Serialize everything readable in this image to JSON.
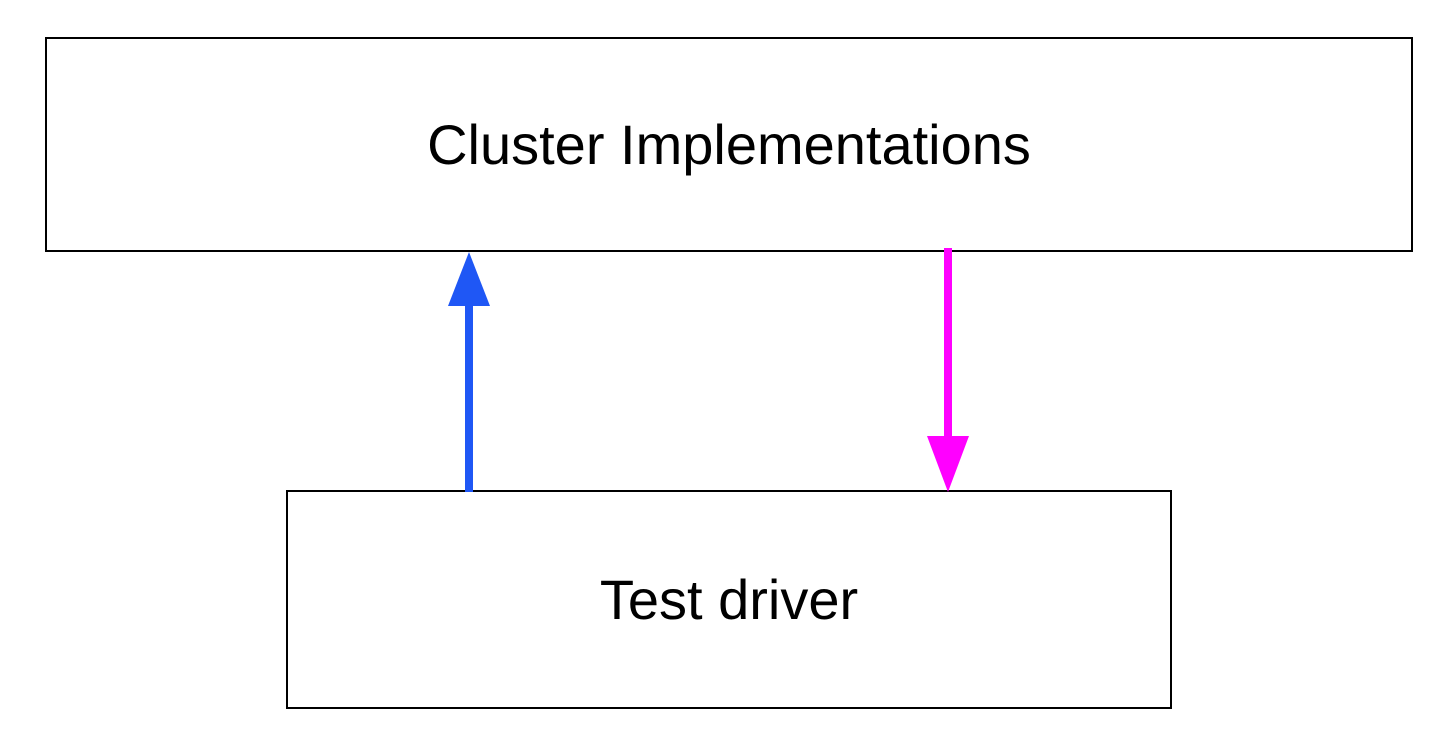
{
  "nodes": {
    "top": {
      "label": "Cluster Implementations"
    },
    "bottom": {
      "label": "Test driver"
    }
  },
  "edges": [
    {
      "from": "bottom",
      "to": "top",
      "color": "#1f57f5"
    },
    {
      "from": "top",
      "to": "bottom",
      "color": "#ff00ff"
    }
  ]
}
